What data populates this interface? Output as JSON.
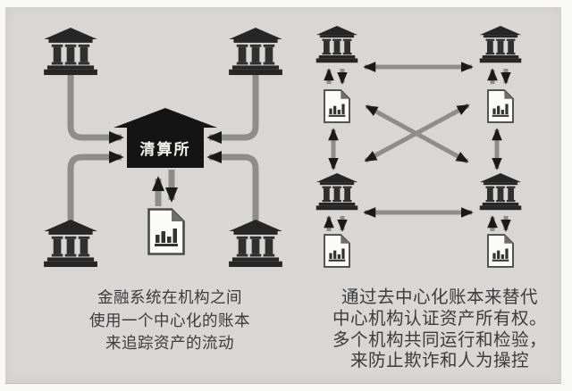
{
  "left_diagram": {
    "title_role": "centralized-ledger-diagram",
    "clearinghouse_label": "清算所",
    "caption_lines": [
      "金融系统在机构之间",
      "使用一个中心化的账本",
      "来追踪资产的流动"
    ],
    "icons": {
      "bank": "bank-building-icon",
      "clearinghouse": "clearinghouse-building-icon",
      "ledger": "ledger-document-icon"
    }
  },
  "right_diagram": {
    "title_role": "decentralized-ledger-diagram",
    "caption_lines": [
      "通过去中心化账本来替代",
      "中心机构认证资产所有权。",
      "多个机构共同运行和检验，",
      "来防止欺诈和人为操控"
    ],
    "icons": {
      "bank": "bank-building-icon",
      "ledger": "ledger-document-icon"
    }
  },
  "colors": {
    "panel_bg": "#d8d7d5",
    "page_margin": "#f8f8f6",
    "line_gray": "#8d8d8b",
    "arrow_black": "#1a1a1a",
    "building_dark": "#282828",
    "clearinghouse_black": "#141414",
    "document_fill": "#fbfbf9",
    "caption_text": "#3b3b3d",
    "label_text": "#f2f2f0"
  }
}
